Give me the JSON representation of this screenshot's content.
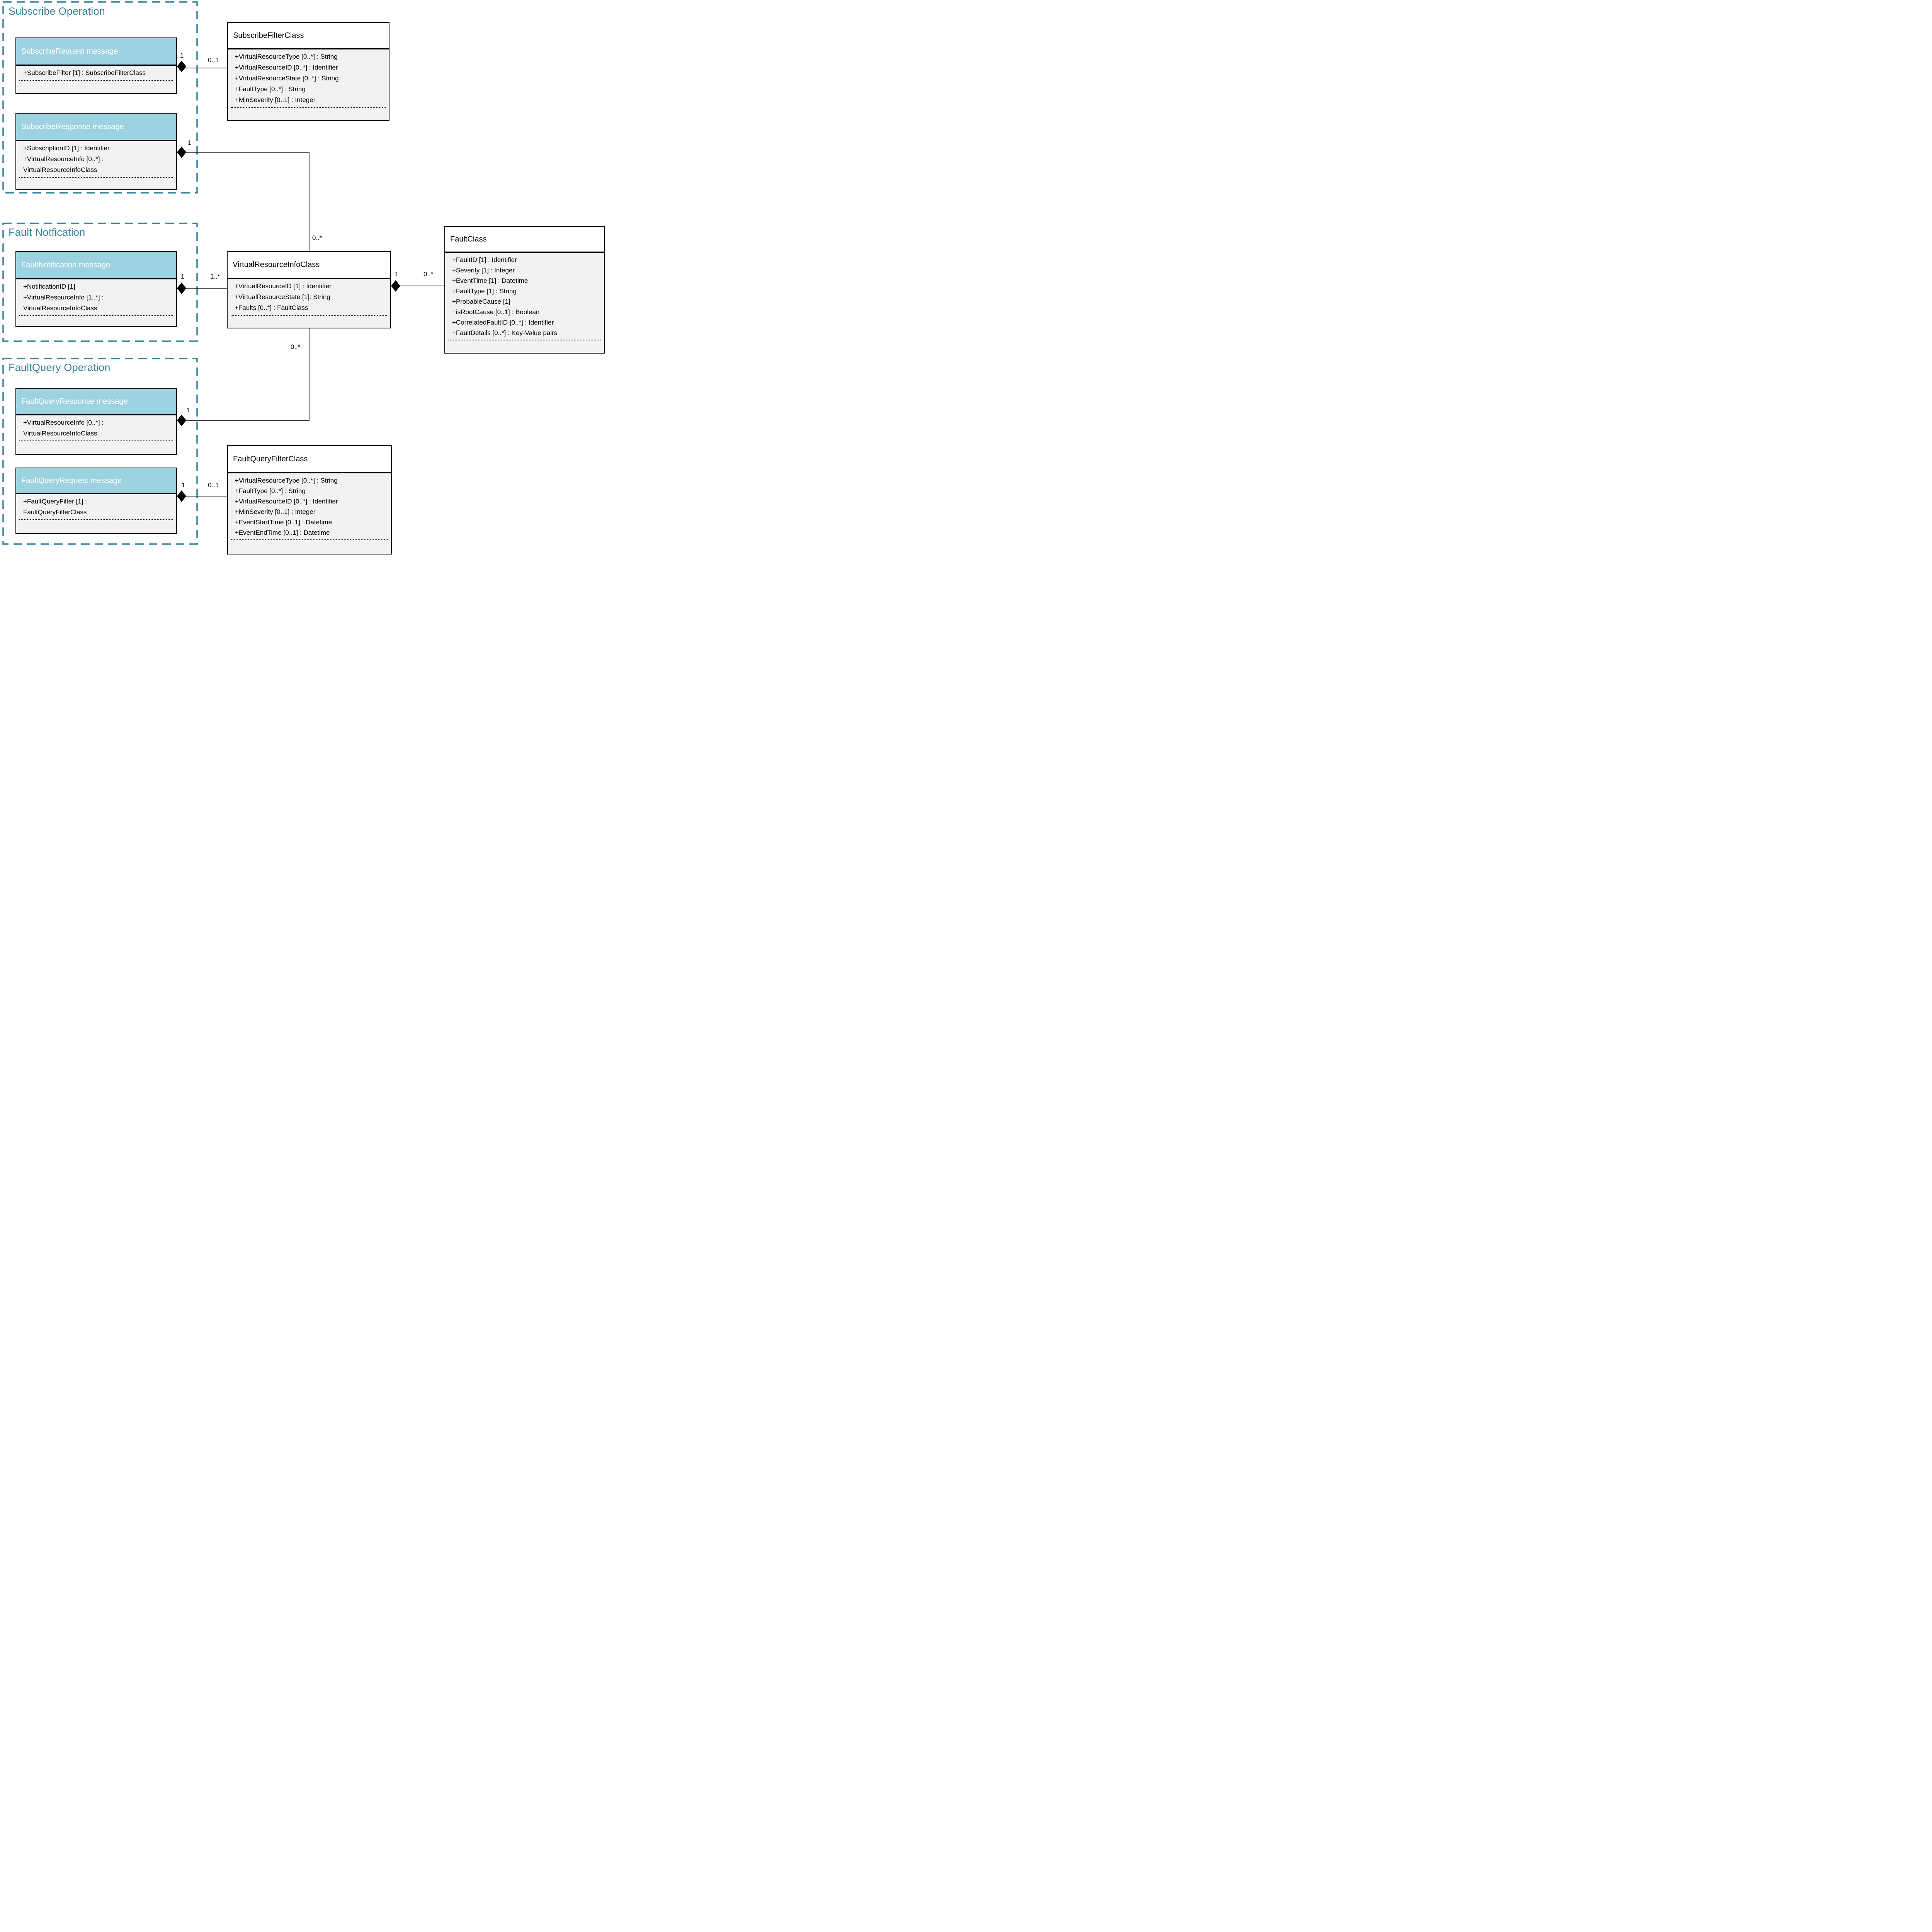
{
  "groups": [
    {
      "title": "Subscribe Operation"
    },
    {
      "title": "Fault Notfication"
    },
    {
      "title": "FaultQuery Operation"
    }
  ],
  "classes": {
    "subscribe_request": {
      "name": "SubscribeRequest message",
      "attributes": [
        "+SubscribeFilter [1] : SubscribeFilterClass"
      ]
    },
    "subscribe_filter": {
      "name": "SubscribeFilterClass",
      "attributes": [
        "+VirtualResourceType [0..*] : String",
        "+VirtualResourceID [0..*] : Identifier",
        "+VirtualResourceState [0..*] : String",
        "+FaultType [0..*] : String",
        "+MinSeverity [0..1] : Integer"
      ]
    },
    "subscribe_response": {
      "name": "SubscribeResponse message",
      "attributes": [
        "+SubscriptionID [1] : Identifier",
        "+VirtualResourceInfo [0..*] :",
        "VirtualResourceInfoClass"
      ]
    },
    "fault_notification": {
      "name": "FaultNotification message",
      "attributes": [
        "+NotificationID [1]",
        "+VirtualResourceInfo [1..*] :",
        "VirtualResourceInfoClass"
      ]
    },
    "virtual_resource_info": {
      "name": "VirtualResourceInfoClass",
      "attributes": [
        "+VirtualResourceID [1] : Identifier",
        "+VirtualResourceState [1]: String",
        "+Faults [0..*] : FaultClass"
      ]
    },
    "fault_class": {
      "name": "FaultClass",
      "attributes": [
        "+FaultID [1] : Identifier",
        "+Severity [1] : Integer",
        "+EventTime [1] : Datetime",
        "+FaultType [1] : String",
        "+ProbableCause [1]",
        "+isRootCause [0..1] : Boolean",
        "+CorrelatedFaultID [0..*] : Identifier",
        "+FaultDetails [0..*] : Key-Value pairs"
      ]
    },
    "fault_query_response": {
      "name": "FaultQueryResponse message",
      "attributes": [
        "+VirtualResourceInfo [0..*] :",
        "VirtualResourceInfoClass"
      ]
    },
    "fault_query_request": {
      "name": "FaultQueryRequest message",
      "attributes": [
        "+FaultQueryFilter [1] :",
        "FaultQueryFilterClass"
      ]
    },
    "fault_query_filter": {
      "name": "FaultQueryFilterClass",
      "attributes": [
        "+VirtualResourceType [0..*] : String",
        "+FaultType [0..*] : String",
        "+VirtualResourceID [0..*] : Identifier",
        "+MinSeverity [0..1] : Integer",
        "+EventStartTime [0..1] : Datetime",
        "+EventEndTime [0..1] : Datetime"
      ]
    }
  },
  "connectors": [
    {
      "from": "SubscribeRequest message",
      "to": "SubscribeFilterClass",
      "type": "composition",
      "from_mult": "1",
      "to_mult": "0..1"
    },
    {
      "from": "SubscribeResponse message",
      "to": "VirtualResourceInfoClass",
      "type": "composition",
      "from_mult": "1",
      "to_mult": "0..*"
    },
    {
      "from": "FaultNotification message",
      "to": "VirtualResourceInfoClass",
      "type": "composition",
      "from_mult": "1",
      "to_mult": "1..*"
    },
    {
      "from": "VirtualResourceInfoClass",
      "to": "FaultClass",
      "type": "composition",
      "from_mult": "1",
      "to_mult": "0..*"
    },
    {
      "from": "FaultQueryResponse message",
      "to": "VirtualResourceInfoClass",
      "type": "composition",
      "from_mult": "1",
      "to_mult": "0..*"
    },
    {
      "from": "FaultQueryRequest message",
      "to": "FaultQueryFilterClass",
      "type": "composition",
      "from_mult": "1",
      "to_mult": "0..1"
    }
  ],
  "colors": {
    "message_header_fill": "#9dd2e0",
    "message_header_text": "#ffffff",
    "body_fill": "#f2f2f2",
    "border": "#000000",
    "group_accent": "#35819b"
  }
}
